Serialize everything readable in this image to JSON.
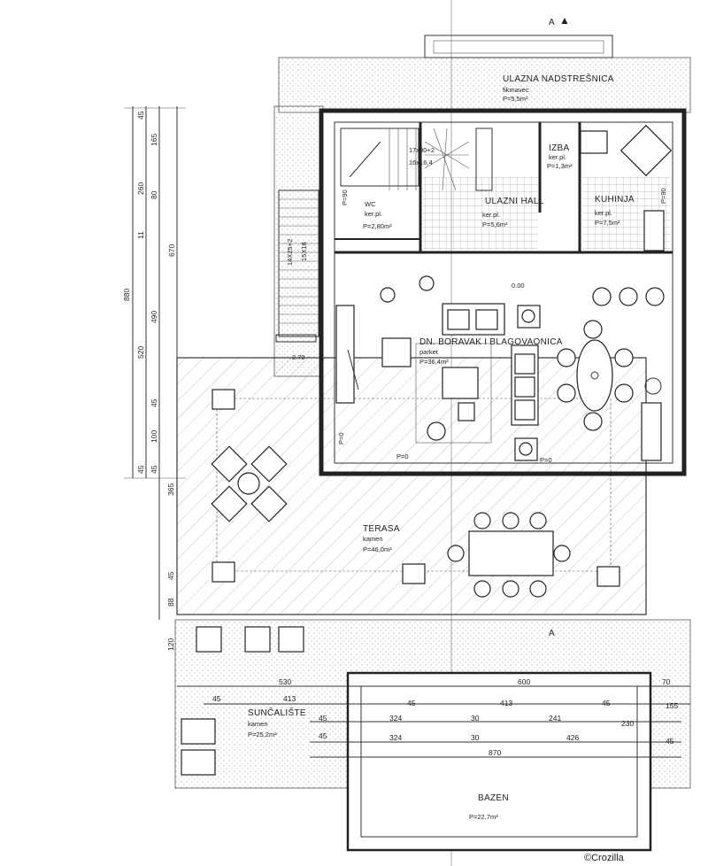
{
  "section_marker": "A",
  "rooms": {
    "entrance_canopy": {
      "name": "ULAZNA NADSTREŠNICA",
      "material": "fikmavec",
      "area": "P=5,5m²"
    },
    "storage": {
      "name": "IZBA",
      "material": "ker.pl.",
      "area": "P=1,3m²"
    },
    "kitchen": {
      "name": "KUHINJA",
      "material": "ker.pl.",
      "area": "P=7,5m²"
    },
    "entry_hall": {
      "name": "ULAZNI HALL",
      "material": "ker.pl.",
      "area": "P=5,6m²"
    },
    "wc": {
      "name": "WC",
      "material": "ker.pl.",
      "area": "P=2,80m²"
    },
    "living": {
      "name": "DN. BORAVAK I BLAGOVAONICA",
      "material": "parket",
      "area": "P=36,4m²"
    },
    "terrace": {
      "name": "TERASA",
      "material": "kamen",
      "area": "P=46,0m²"
    },
    "sundeck": {
      "name": "SUNČALIŠTE",
      "material": "kamen",
      "area": "P=25,2m²"
    },
    "pool": {
      "name": "BAZEN",
      "area": "P=22,7m²"
    }
  },
  "stair": {
    "run1": "17x30+2",
    "run2": "16x16,4",
    "side1": "14X25+2",
    "side2": "15X18"
  },
  "levels": {
    "floor": "0.00",
    "outdoor": "2.70",
    "p0": "P=0",
    "p0_b": "P=90"
  },
  "dims_left_col1": [
    "45",
    "260",
    "11",
    "520",
    "45",
    "45"
  ],
  "dims_left_col2": [
    "165",
    "80",
    "490",
    "100"
  ],
  "dims_left_col3": [
    "670"
  ],
  "dims_left_total": [
    "880"
  ],
  "dims_left_lower": [
    "365",
    "45",
    "88",
    "120"
  ],
  "dims_bottom": {
    "d530": "530",
    "d600": "600",
    "d70": "70",
    "d45a": "45",
    "d413a": "413",
    "d45b": "45",
    "d413b": "413",
    "d45c": "45",
    "d155": "155",
    "d45d": "45",
    "d324a": "324",
    "d30a": "30",
    "d241": "241",
    "d230": "230",
    "d45e": "45",
    "d324b": "324",
    "d30b": "30",
    "d426": "426",
    "d45f": "45",
    "d870": "870"
  },
  "watermark": "©Crozilla"
}
